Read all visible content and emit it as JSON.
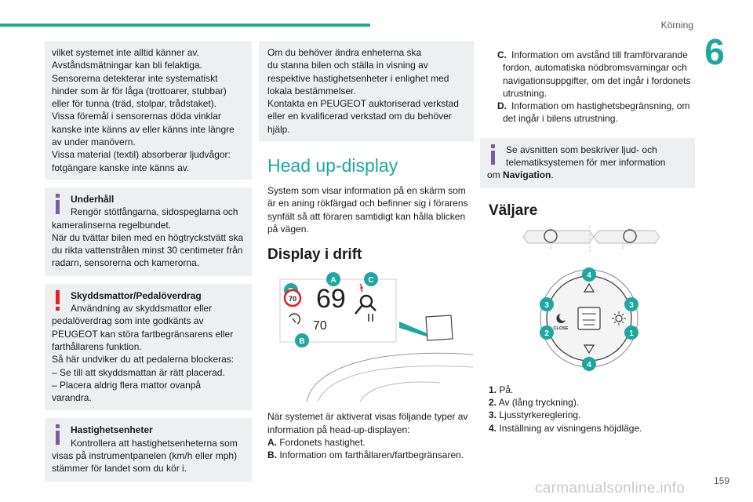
{
  "header": {
    "section": "Körning",
    "chapter": "6",
    "page": "159"
  },
  "watermark": "carmanualsonline.info",
  "col1": {
    "box1_lines": [
      "vilket systemet inte alltid känner av.",
      "Avståndsmätningar kan bli felaktiga.",
      "Sensorerna detekterar inte systematiskt",
      "hinder som är för låga (trottoarer, stubbar)",
      "eller för tunna (träd, stolpar, trådstaket).",
      "Vissa föremål i sensorernas döda vinklar",
      "kanske inte känns av eller känns inte längre",
      "av under manövern.",
      "Vissa material (textil) absorberar ljudvågor:",
      "fotgängare kanske inte känns av."
    ],
    "note1": {
      "title": "Underhåll",
      "first": "Rengör stötfångarna, sidospeglarna och",
      "lines": [
        "kameralinserna regelbundet.",
        "När du tvättar bilen med en högtryckstvätt ska",
        "du rikta vattenstrålen minst 30 centimeter från",
        "radarn, sensorerna och kamerorna."
      ]
    },
    "note2": {
      "title": "Skyddsmattor/Pedalöverdrag",
      "first": "Användning av skyddsmattor eller",
      "lines": [
        "pedalöverdrag som inte godkänts av",
        "PEUGEOT kan störa fartbegränsarens eller",
        "farthållarens funktion.",
        "Så här undviker du att pedalerna blockeras:",
        "–  Se till att skyddsmattan är rätt placerad.",
        "–  Placera aldrig flera mattor ovanpå",
        "varandra."
      ]
    },
    "note3": {
      "title": "Hastighetsenheter",
      "first": "Kontrollera att hastighetsenheterna som",
      "lines": [
        "visas på instrumentpanelen (km/h eller mph)",
        "stämmer för landet som du kör i."
      ]
    }
  },
  "col2": {
    "box_lines": [
      "Om du behöver ändra enheterna ska",
      "du stanna bilen och ställa in visning av",
      "respektive hastighetsenheter i enlighet med",
      "lokala bestämmelser.",
      "Kontakta en PEUGEOT auktoriserad verkstad",
      "eller en kvalificerad verkstad om du behöver",
      "hjälp."
    ],
    "h_hud": "Head up-display",
    "hud_para": [
      "System som visar information på en skärm som",
      "är en aning rökfärgad och befinner sig i förarens",
      "synfält så att föraren samtidigt kan hålla blicken",
      "på vägen."
    ],
    "h_display": "Display i drift",
    "fig": {
      "speed": "69",
      "limit": "70",
      "cruise": "70",
      "labels": [
        "D",
        "A",
        "C",
        "B"
      ]
    },
    "after_para": [
      "När systemet är aktiverat visas följande typer av",
      "information på head-up-displayen:"
    ],
    "items": [
      {
        "key": "A.",
        "text": "Fordonets hastighet."
      },
      {
        "key": "B.",
        "text": "Information om farthållaren/fartbegränsaren."
      }
    ]
  },
  "col3": {
    "items": [
      {
        "key": "C.",
        "lines": [
          "Information om avstånd till framförvarande",
          "fordon, automatiska nödbromsvarningar och",
          "navigationsuppgifter, om det ingår i fordonets",
          "utrustning."
        ]
      },
      {
        "key": "D.",
        "lines": [
          "Information om hastighetsbegränsning, om",
          "det ingår i bilens utrustning."
        ]
      }
    ],
    "note": {
      "first": "Se avsnitten som beskriver ljud- och",
      "second": "telematiksystemen för mer information",
      "third_pre": "om ",
      "third_bold": "Navigation",
      "third_post": "."
    },
    "h_valjare": "Väljare",
    "fig": {
      "close_label": "CLOSE",
      "numbers": [
        "4",
        "3",
        "3",
        "2",
        "1",
        "4"
      ]
    },
    "list": [
      {
        "key": "1.",
        "text": "På."
      },
      {
        "key": "2.",
        "text": "Av (lång tryckning)."
      },
      {
        "key": "3.",
        "text": "Ljusstyrkereglering."
      },
      {
        "key": "4.",
        "text": "Inställning av visningens höjdläge."
      }
    ]
  }
}
